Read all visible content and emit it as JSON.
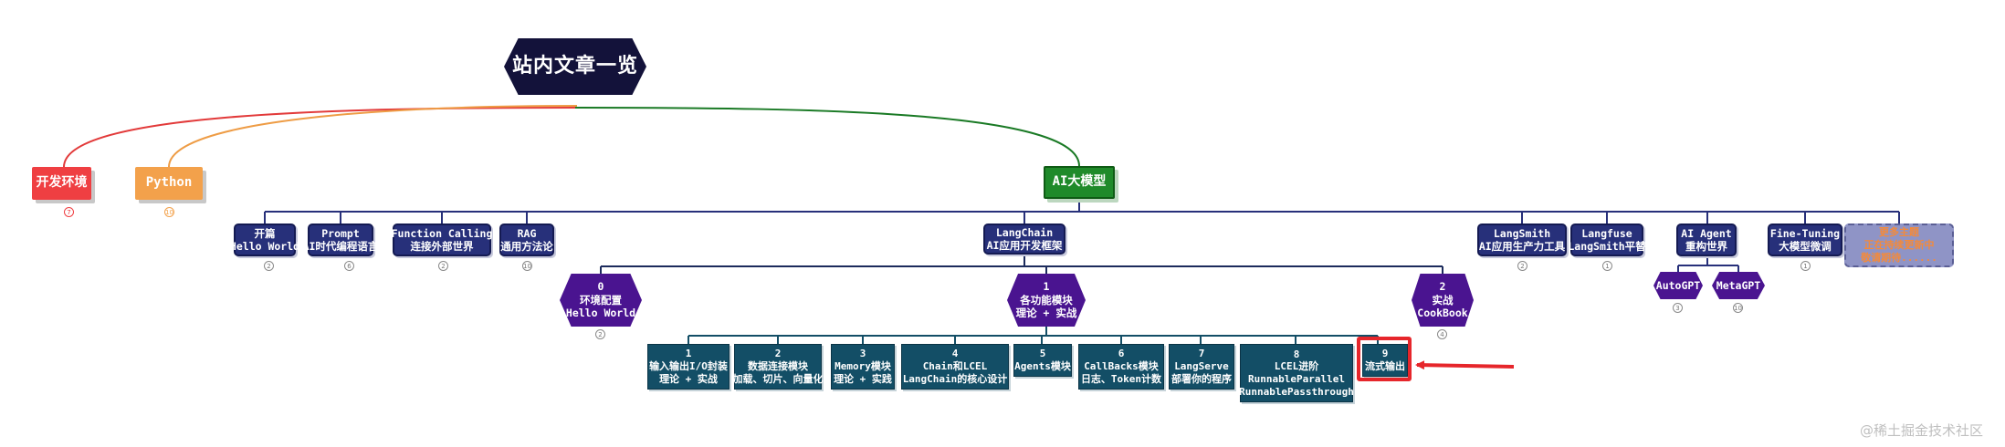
{
  "root": {
    "label": "站内文章一览"
  },
  "branches": {
    "dev_env": {
      "label": "开发环境",
      "count": "7"
    },
    "python": {
      "label": "Python",
      "count": "10"
    },
    "ai": {
      "label": "AI大模型"
    }
  },
  "ai_children": {
    "start": {
      "line1": "开篇",
      "line2": "Hello World",
      "count": "2"
    },
    "prompt": {
      "line1": "Prompt",
      "line2": "AI时代编程语言",
      "count": "6"
    },
    "function_calling": {
      "line1": "Function Calling",
      "line2": "连接外部世界",
      "count": "2"
    },
    "rag": {
      "line1": "RAG",
      "line2": "通用方法论",
      "count": "10"
    },
    "langchain": {
      "line1": "LangChain",
      "line2": "AI应用开发框架"
    },
    "langsmith": {
      "line1": "LangSmith",
      "line2": "AI应用生产力工具",
      "count": "2"
    },
    "langfuse": {
      "line1": "Langfuse",
      "line2": "LangSmith平替",
      "count": "1"
    },
    "ai_agent": {
      "line1": "AI Agent",
      "line2": "重构世界"
    },
    "fine_tuning": {
      "line1": "Fine-Tuning",
      "line2": "大模型微调",
      "count": "1"
    },
    "more": {
      "line1": "更多主题",
      "line2": "正在持续更新中",
      "line3": "敬请期待......"
    }
  },
  "agent_children": {
    "autogpt": {
      "label": "AutoGPT",
      "count": "3"
    },
    "metagpt": {
      "label": "MetaGPT",
      "count": "10"
    }
  },
  "langchain_children": {
    "env": {
      "line1": "0",
      "line2": "环境配置",
      "line3": "Hello World",
      "count": "2"
    },
    "modules": {
      "line1": "1",
      "line2": "各功能模块",
      "line3": "理论 + 实战"
    },
    "cookbook": {
      "line1": "2",
      "line2": "实战",
      "line3": "CookBook",
      "count": "4"
    }
  },
  "module_items": [
    {
      "num": "1",
      "line1": "输入输出I/O封装",
      "line2": "理论 + 实战"
    },
    {
      "num": "2",
      "line1": "数据连接模块",
      "line2": "加载、切片、向量化"
    },
    {
      "num": "3",
      "line1": "Memory模块",
      "line2": "理论 + 实践"
    },
    {
      "num": "4",
      "line1": "Chain和LCEL",
      "line2": "LangChain的核心设计"
    },
    {
      "num": "5",
      "line1": "Agents模块",
      "line2": ""
    },
    {
      "num": "6",
      "line1": "CallBacks模块",
      "line2": "日志、Token计数"
    },
    {
      "num": "7",
      "line1": "LangServe",
      "line2": "部署你的程序"
    },
    {
      "num": "8",
      "line1": "LCEL进阶",
      "line2": "RunnableParallel",
      "line3": "RunnablePassthrough"
    },
    {
      "num": "9",
      "line1": "流式输出",
      "line2": ""
    }
  ],
  "watermark": "@稀土掘金技术社区",
  "colors": {
    "root": "#13123a",
    "dev_env": "#ef3f42",
    "python": "#f3a14b",
    "ai": "#1f8a2a",
    "level2": "#27307a",
    "hexagon": "#4a1490",
    "module": "#134e66",
    "highlight": "#e6262b"
  }
}
